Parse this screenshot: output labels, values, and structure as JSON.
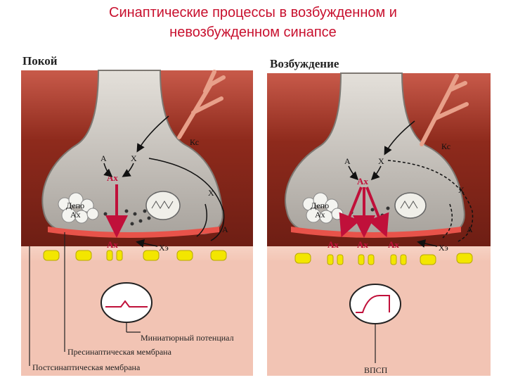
{
  "title": {
    "line1": "Синаптические процессы в возбужденном и",
    "line2": "невозбужденном синапсе"
  },
  "panels": {
    "rest": {
      "heading": "Покой",
      "kc": "Кс",
      "a": "А",
      "x": "Х",
      "ax": "Ах",
      "depot_line1": "Депо",
      "depot_line2": "Ах",
      "x_side": "Х",
      "a_side": "А",
      "xe": "Хэ",
      "ax_bottom": "Ах"
    },
    "excitation": {
      "heading": "Возбуждение",
      "kc": "Кс",
      "a": "А",
      "x": "Х",
      "ax": "Ах",
      "depot_line1": "Депо",
      "depot_line2": "Ах",
      "x_side": "Х",
      "a_side": "А",
      "xe": "Хэ",
      "ax_bottom1": "Ах",
      "ax_bottom2": "Ах",
      "ax_bottom3": "Ах"
    }
  },
  "captions": {
    "miniature": "Миниатюрный потенциал",
    "presynaptic": "Пресинаптическая мембрана",
    "postsynaptic": "Постсинаптическая мембрана",
    "epsp": "ВПСП"
  },
  "colors": {
    "title": "#c8102e",
    "membrane_red": "#e8534a",
    "receptor_yellow": "#f3e600",
    "background_dark": "#8e2a1c",
    "terminal_gray": "#c9c4be",
    "label_red": "#c0103a",
    "postsynaptic_pink": "#f2c4b4"
  },
  "icons": [
    "nerve-terminal",
    "depot-vesicles",
    "mitochondrion",
    "nerve-fiber",
    "oscilloscope"
  ]
}
